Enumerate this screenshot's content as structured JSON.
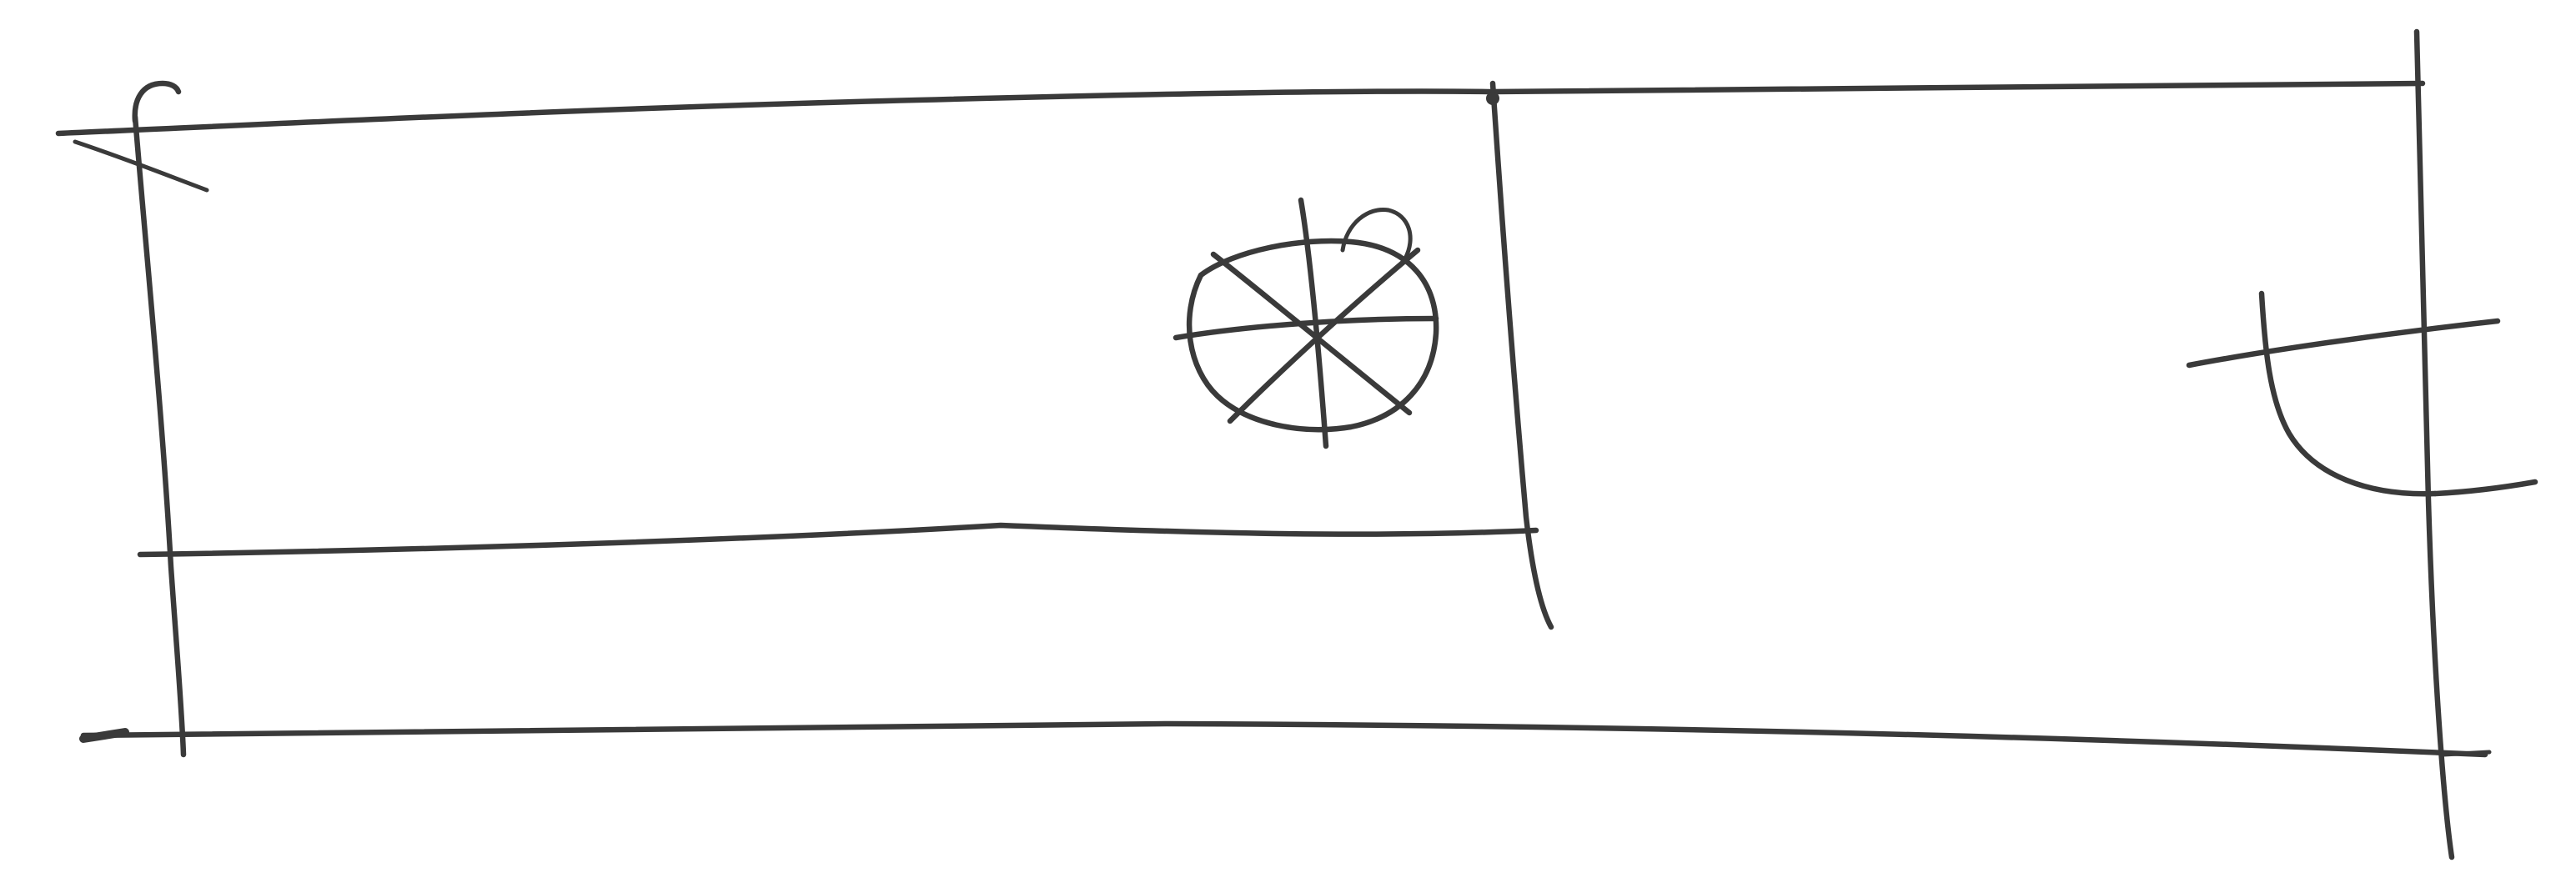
{
  "diagram": {
    "style": "hand-drawn pen sketch",
    "colors": {
      "background": "#ffffff",
      "ink": "#3a3a3a"
    },
    "elements": [
      {
        "name": "outer-frame",
        "shape": "rectangle"
      },
      {
        "name": "left-upper-panel",
        "shape": "rectangle"
      },
      {
        "name": "bottom-strip",
        "shape": "rectangle"
      },
      {
        "name": "right-panel",
        "shape": "rectangle"
      },
      {
        "name": "wheel-symbol",
        "shape": "circle with eight spokes and a curl at top-right"
      },
      {
        "name": "cross-hook-symbol",
        "shape": "crossing lines with a curved hook"
      },
      {
        "name": "corner-hook",
        "shape": "curl at top-left corner"
      }
    ]
  }
}
